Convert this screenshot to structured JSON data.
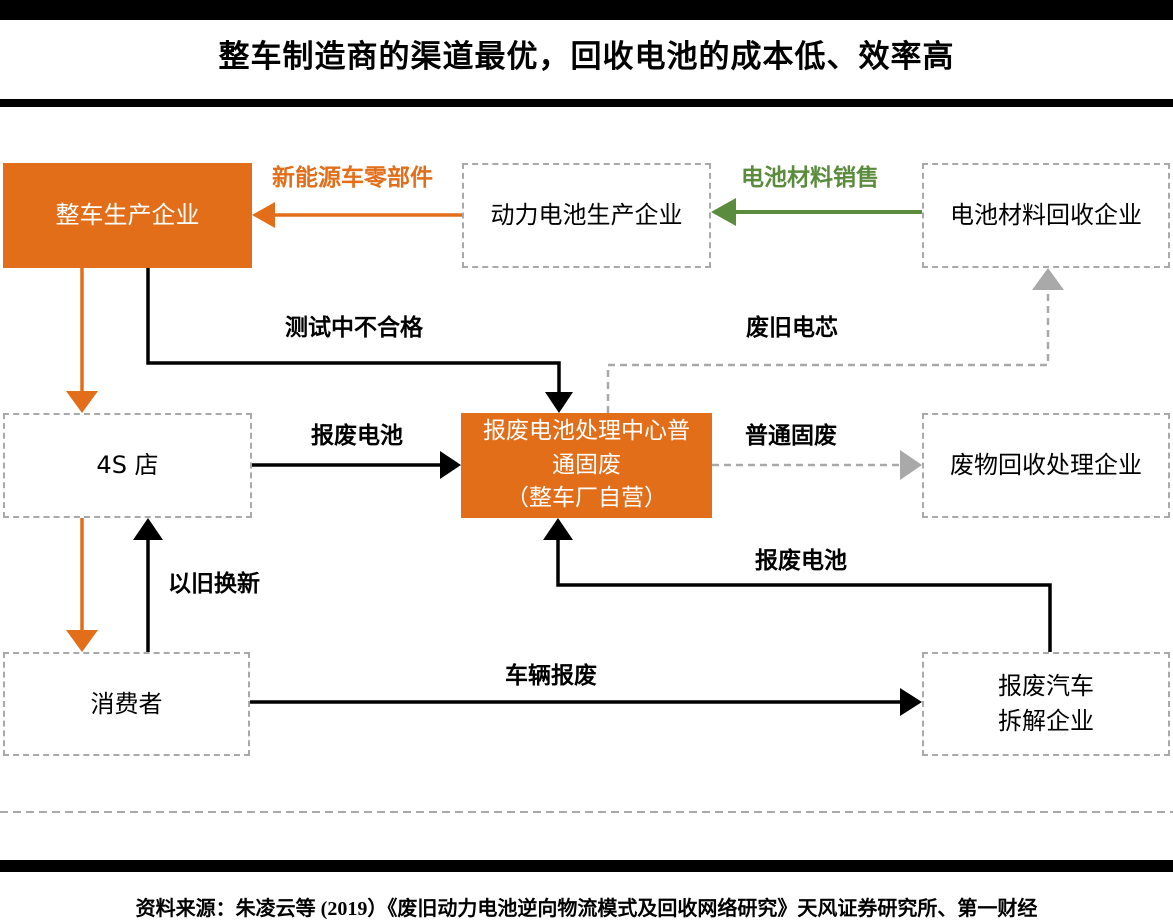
{
  "title": "整车制造商的渠道最优，回收电池的成本低、效率高",
  "source": "资料来源：朱凌云等 (2019）《废旧动力电池逆向物流模式及回收网络研究》天风证券研究所、第一财经",
  "colors": {
    "orange": "#E26E1A",
    "green": "#5B8C3E",
    "gray_line": "#A9A9A9"
  },
  "diagram": {
    "type": "flowchart",
    "nodes": [
      {
        "id": "vehicle-manufacturer",
        "label": "整车生产企业",
        "style": "orange-filled"
      },
      {
        "id": "battery-producer",
        "label": "动力电池生产企业",
        "style": "dashed"
      },
      {
        "id": "material-recycler",
        "label": "电池材料回收企业",
        "style": "dashed"
      },
      {
        "id": "4s-store",
        "label": "4S 店",
        "style": "dashed"
      },
      {
        "id": "processing-center",
        "label": "报废电池处理中心普\n通固废\n（整车厂自营）",
        "style": "orange-filled"
      },
      {
        "id": "waste-processor",
        "label": "废物回收处理企业",
        "style": "dashed"
      },
      {
        "id": "consumer",
        "label": "消费者",
        "style": "dashed"
      },
      {
        "id": "dismantler",
        "label": "报废汽车\n拆解企业",
        "style": "dashed"
      }
    ],
    "edges": [
      {
        "from": "battery-producer",
        "to": "vehicle-manufacturer",
        "label": "新能源车零部件",
        "color": "orange",
        "line": "solid"
      },
      {
        "from": "material-recycler",
        "to": "battery-producer",
        "label": "电池材料销售",
        "color": "green",
        "line": "solid"
      },
      {
        "from": "vehicle-manufacturer",
        "to": "processing-center",
        "label": "测试中不合格",
        "color": "black",
        "line": "solid"
      },
      {
        "from": "processing-center",
        "to": "material-recycler",
        "label": "废旧电芯",
        "color": "gray",
        "line": "dashed"
      },
      {
        "from": "4s-store",
        "to": "processing-center",
        "label": "报废电池",
        "color": "black",
        "line": "solid"
      },
      {
        "from": "processing-center",
        "to": "waste-processor",
        "label": "普通固废",
        "color": "gray",
        "line": "dashed"
      },
      {
        "from": "consumer",
        "to": "4s-store",
        "label": "以旧换新",
        "color": "black",
        "line": "solid"
      },
      {
        "from": "consumer",
        "to": "dismantler",
        "label": "车辆报废",
        "color": "black",
        "line": "solid"
      },
      {
        "from": "dismantler",
        "to": "processing-center",
        "label": "报废电池",
        "color": "black",
        "line": "solid"
      },
      {
        "from": "vehicle-manufacturer",
        "to": "4s-store",
        "label": "",
        "color": "orange",
        "line": "solid"
      },
      {
        "from": "4s-store",
        "to": "consumer",
        "label": "",
        "color": "orange",
        "line": "solid"
      }
    ]
  }
}
